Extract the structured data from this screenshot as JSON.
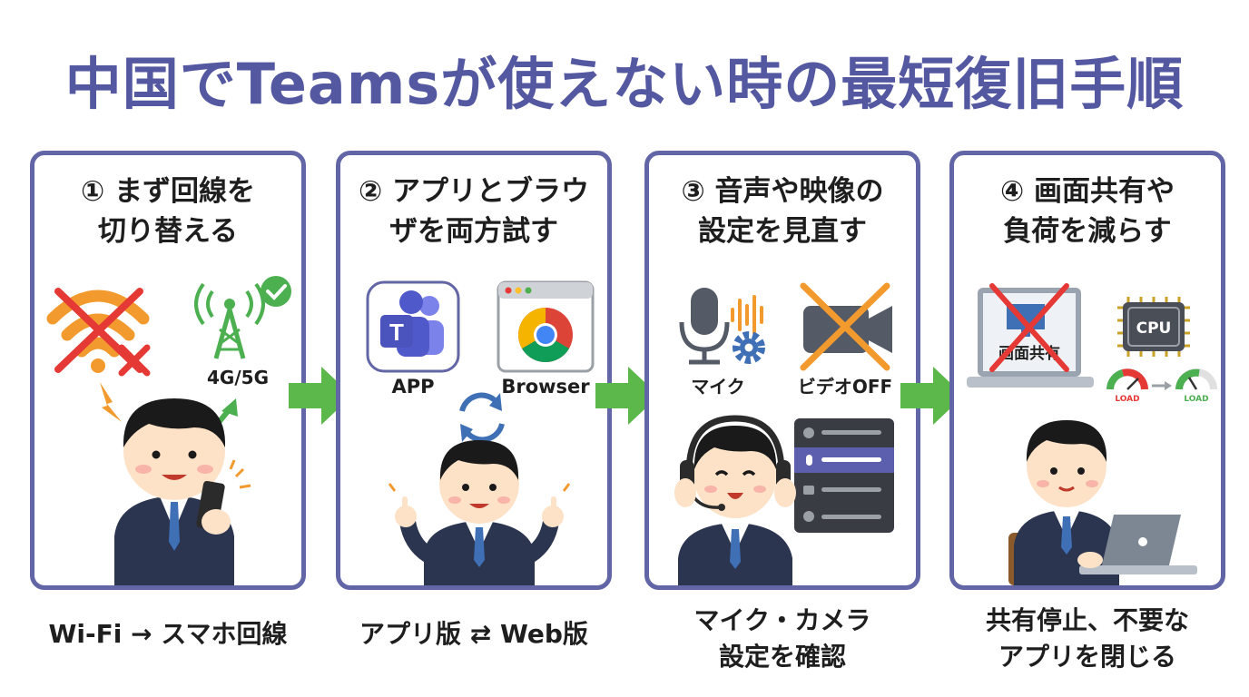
{
  "title": "中国でTeamsが使えない時の最短復旧手順",
  "steps": [
    {
      "heading_line1": "① まず回線を",
      "heading_line2": "切り替える",
      "icon_label": "4G/5G",
      "caption_line1": "Wi-Fi → スマホ回線",
      "caption_line2": ""
    },
    {
      "heading_line1": "② アプリとブラウ",
      "heading_line2": "ザを両方試す",
      "icon_label_app": "APP",
      "icon_label_browser": "Browser",
      "caption_line1": "アプリ版 ⇄ Web版",
      "caption_line2": ""
    },
    {
      "heading_line1": "③ 音声や映像の",
      "heading_line2": "設定を見直す",
      "icon_label_mic": "マイク",
      "icon_label_video": "ビデオOFF",
      "caption_line1": "マイク・カメラ",
      "caption_line2": "設定を確認"
    },
    {
      "heading_line1": "④ 画面共有や",
      "heading_line2": "負荷を減らす",
      "screen_label": "画面共有",
      "cpu_label": "CPU",
      "load_label_left": "LOAD",
      "load_label_right": "LOAD",
      "caption_line1": "共有停止、不要な",
      "caption_line2": "アプリを閉じる"
    }
  ],
  "colors": {
    "title": "#5358a0",
    "card_border": "#6266a6",
    "arrow": "#5cb84a",
    "suit": "#2c3550",
    "hair": "#1a1a1a",
    "skin": "#fde2c8",
    "wifi": "#f39a2e",
    "cross": "#e53935",
    "tower": "#4caf50",
    "teams": "#5059c9"
  }
}
